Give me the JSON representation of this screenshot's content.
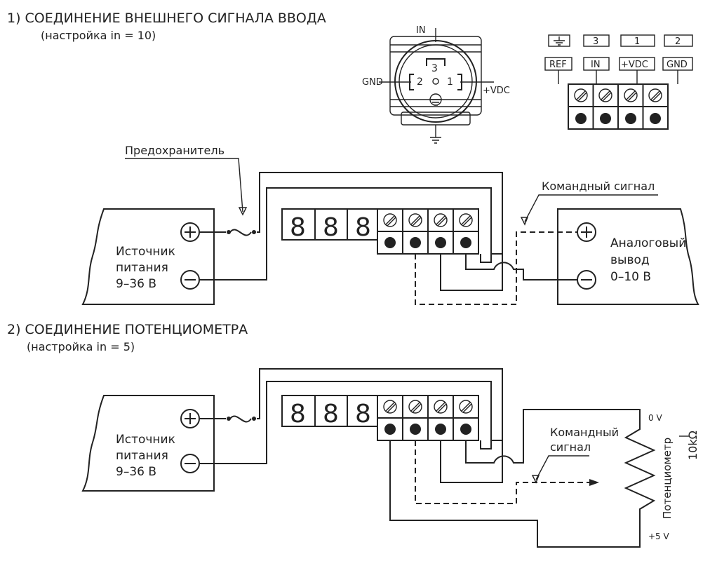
{
  "section1": {
    "heading": "1) СОЕДИНЕНИЕ ВНЕШНЕГО СИГНАЛА ВВОДА",
    "setting": "(настройка in = 10)",
    "connector_labels": {
      "in": "IN",
      "gnd": "GND",
      "vdc": "+VDC",
      "pin1": "1",
      "pin2": "2",
      "pin3": "3"
    },
    "pin_numbers": [
      "3",
      "1",
      "2"
    ],
    "terminal_labels": [
      "REF",
      "IN",
      "+VDC",
      "GND"
    ],
    "fuse_label": "Предохранитель",
    "command_signal": "Командный сигнал",
    "power_source": [
      "Источник",
      "питания",
      "9–36 В"
    ],
    "analog_output": [
      "Аналоговый",
      "вывод",
      "0–10 В"
    ],
    "display_digits": [
      "8",
      "8",
      "8"
    ]
  },
  "section2": {
    "heading": "2) СОЕДИНЕНИЕ ПОТЕНЦИОМЕТРА",
    "setting": "(настройка in = 5)",
    "power_source": [
      "Источник",
      "питания",
      "9–36 В"
    ],
    "command_signal": [
      "Командный",
      "сигнал"
    ],
    "potentiometer": "Потенциометр",
    "resistance": "10kΩ",
    "zero_v": "0 V",
    "plus5v": "+5 V",
    "display_digits": [
      "8",
      "8",
      "8"
    ]
  }
}
